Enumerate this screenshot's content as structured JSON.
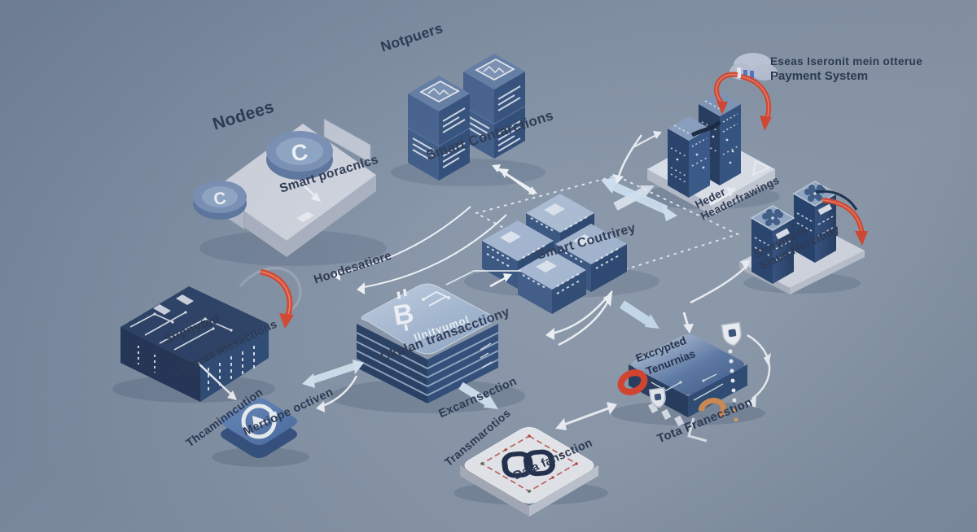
{
  "palette": {
    "background": "#8493a6",
    "navy_dark": "#24395c",
    "navy": "#2e4a74",
    "navy_light": "#3e5d8a",
    "top_face_light": "#a7bbd4",
    "platform_light": "#dde2ea",
    "accent_red": "#d6462e",
    "accent_orange": "#d28b52",
    "arrow_light_blue": "#cfe2f2",
    "arrow_white": "#eef2f7",
    "label_text": "#2a3650"
  },
  "icons": {
    "coin_letter": "C",
    "bitcoin_letter": "B"
  },
  "labels": {
    "nodes_title": "Nodees",
    "nodes_sub": "Smart poracnlcs",
    "servers_title": "Notpuers",
    "servers_sub": "Smart Contarctions",
    "payment_line1": "Eseas Iseronit mein otterue",
    "payment_line2": "Payment System",
    "cluster": "Smart Coutrirey",
    "hoodes": "Hoodesatiore",
    "bitcoin_top": "Ilnityumol",
    "bitcoin_sub": "Okalan transacctiony",
    "chip": "Sopnyted",
    "chip_sub": "Lesares mesactions",
    "tile": "Mertiope octiven",
    "tile_sub": "Thcaminncution",
    "enc_top1": "Excrypted",
    "enc_top2": "Tenurnias",
    "enc_sub": "Tota Franecstion",
    "header_line1": "Heder",
    "header_line2": "Headerfrawings",
    "status_line1": "Sturymuid",
    "status_line2": "Slaus Mercitiny",
    "card_left": "Excarnsection",
    "card_bottom_left": "Transmarotios",
    "card_bottom_right": "Data fansction"
  }
}
